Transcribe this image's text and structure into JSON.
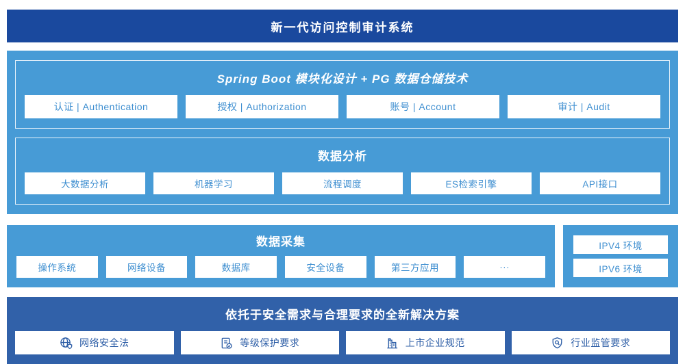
{
  "banner": {
    "title": "新一代访问控制审计系统"
  },
  "platform": {
    "modules": {
      "title": "Spring Boot 模块化设计 + PG 数据仓储技术",
      "items": [
        "认证 | Authentication",
        "授权 | Authorization",
        "账号 | Account",
        "审计 | Audit"
      ]
    },
    "analysis": {
      "title": "数据分析",
      "items": [
        "大数据分析",
        "机器学习",
        "流程调度",
        "ES检索引擎",
        "API接口"
      ]
    }
  },
  "collection": {
    "title": "数据采集",
    "items": [
      "操作系统",
      "网络设备",
      "数据库",
      "安全设备",
      "第三方应用",
      "···"
    ]
  },
  "environment": {
    "items": [
      "IPV4 环境",
      "IPV6 环境"
    ]
  },
  "solution": {
    "title": "依托于安全需求与合理要求的全新解决方案",
    "items": [
      {
        "icon": "globe-shield-icon",
        "label": "网络安全法"
      },
      {
        "icon": "document-check-icon",
        "label": "等级保护要求"
      },
      {
        "icon": "building-icon",
        "label": "上市企业规范"
      },
      {
        "icon": "shield-search-icon",
        "label": "行业监管要求"
      }
    ]
  },
  "colors": {
    "banner_bg": "#1a499e",
    "section_bg": "#479bd6",
    "solution_bg": "#3161a9",
    "box_text_blue": "#3d8ed0",
    "solution_text_navy": "#2c5da6",
    "panel_border": "#e9f3fb"
  }
}
